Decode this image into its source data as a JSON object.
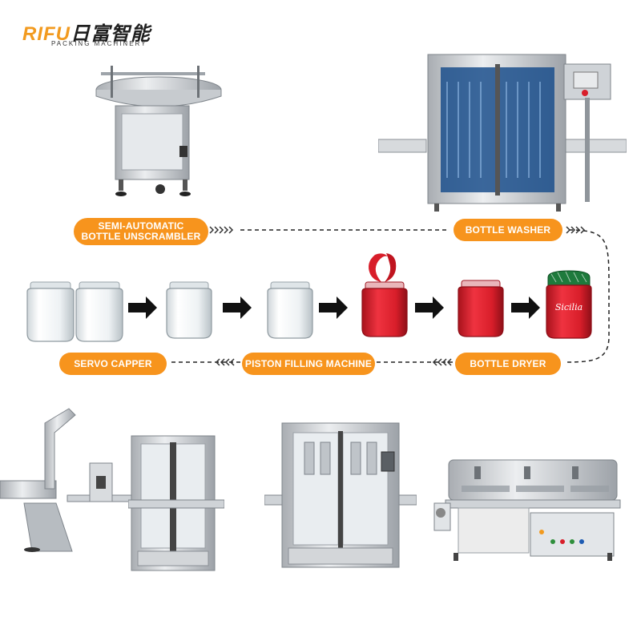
{
  "logo": {
    "mark_main": "RIFU",
    "mark_cn": "日富智能",
    "subtitle": "PACKING MACHINERY"
  },
  "stages": {
    "unscrambler": "SEMI-AUTOMATIC\nBOTTLE UNSCRAMBLER",
    "washer": "BOTTLE WASHER",
    "dryer": "BOTTLE DRYER",
    "filler": "PISTON FILLING MACHINE",
    "capper": "SERVO CAPPER"
  },
  "jar_label_text": "Sicilia",
  "colors": {
    "accent": "#f7941d",
    "jam_red": "#d81e2a",
    "steel": "#c9ccd0",
    "lid_green": "#1e7a3c"
  }
}
